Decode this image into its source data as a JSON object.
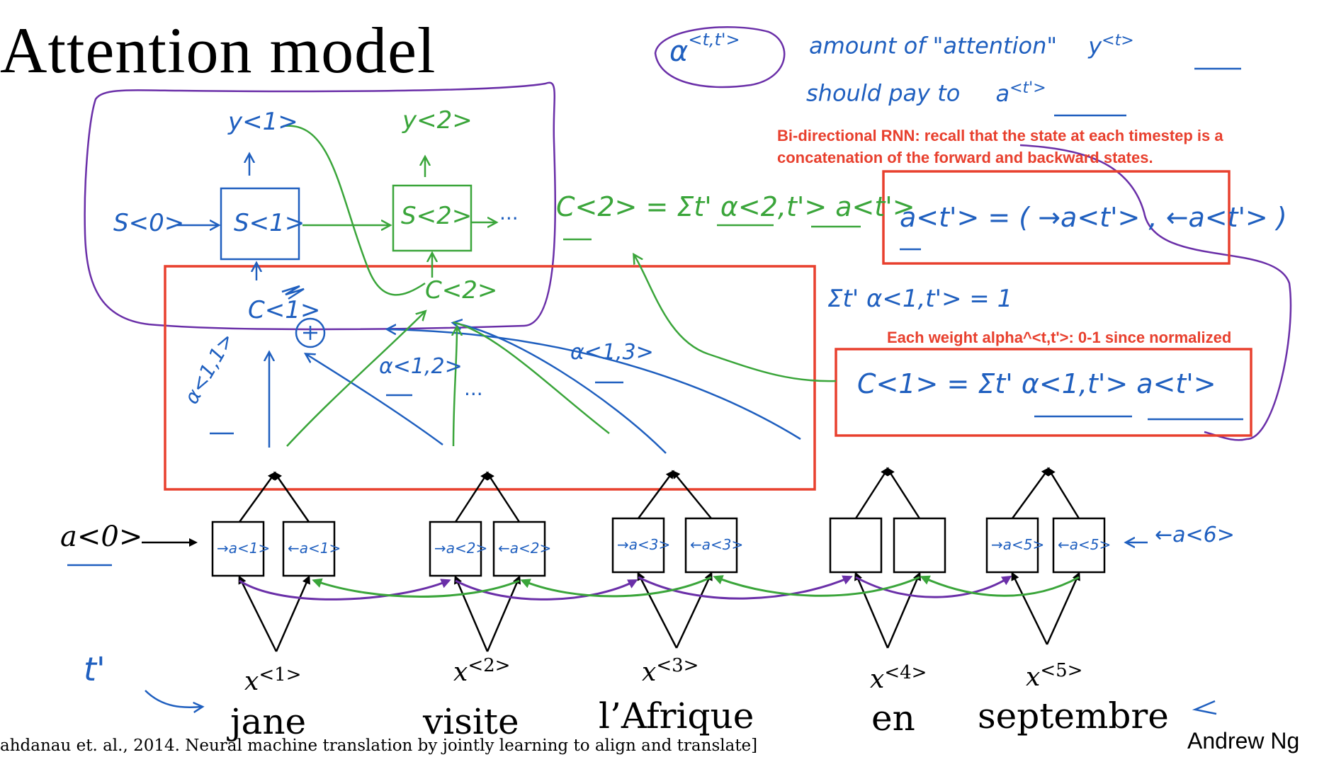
{
  "title": "Attention model",
  "definition": {
    "symbol": "α",
    "superscript": "<t,t'>",
    "line1": "amount of \"attention\"",
    "y_symbol": "y",
    "y_sup": "<t>",
    "line2": "should pay to",
    "a_symbol": "a",
    "a_sup": "<t'>"
  },
  "notes": {
    "bidirectional": "Bi-directional RNN: recall that the state at each timestep is a concatenation of the forward and backward states.",
    "weights": "Each weight alpha^<t,t'>: 0-1 since normalized"
  },
  "equations": {
    "context_general": "C<2> = Σt' α<2,t'> a<t'>",
    "a_concat": "a<t'> = ( →a<t'> , ←a<t'> )",
    "sum_alpha": "Σt' α<1,t'> = 1",
    "context_1": "C<1> = Σt' α<1,t'> a<t'>"
  },
  "decoder": {
    "s0": "S<0>",
    "s1": "S<1>",
    "s2": "S<2>",
    "y1": "y<1>",
    "y2": "y<2>",
    "c1": "C<1>",
    "c2": "C<2>",
    "alpha11": "α<1,1>",
    "alpha12": "α<1,2>",
    "alpha13": "α<1,3>",
    "ellipsis": "···",
    "plus": "+"
  },
  "encoder": {
    "a0": "a<0>",
    "a6": "←a<6>",
    "tprime": "t'",
    "inputs": [
      {
        "x": "x",
        "sup": "<1>",
        "word": "jane",
        "fwd": "→a<1>",
        "bwd": "←a<1>"
      },
      {
        "x": "x",
        "sup": "<2>",
        "word": "visite",
        "fwd": "→a<2>",
        "bwd": "←a<2>"
      },
      {
        "x": "x",
        "sup": "<3>",
        "word": "l’Afrique",
        "fwd": "→a<3>",
        "bwd": "←a<3>"
      },
      {
        "x": "x",
        "sup": "<4>",
        "word": "en",
        "fwd": "",
        "bwd": ""
      },
      {
        "x": "x",
        "sup": "<5>",
        "word": "septembre",
        "fwd": "→a<5>",
        "bwd": "←a<5>"
      }
    ]
  },
  "citation": "ahdanau et. al., 2014. Neural machine translation by jointly learning to align and translate]",
  "author": "Andrew Ng",
  "colors": {
    "blue": "#1f5fbf",
    "green": "#3aa53a",
    "purple": "#6a2fa8",
    "red": "#e8402e",
    "black": "#000000"
  }
}
